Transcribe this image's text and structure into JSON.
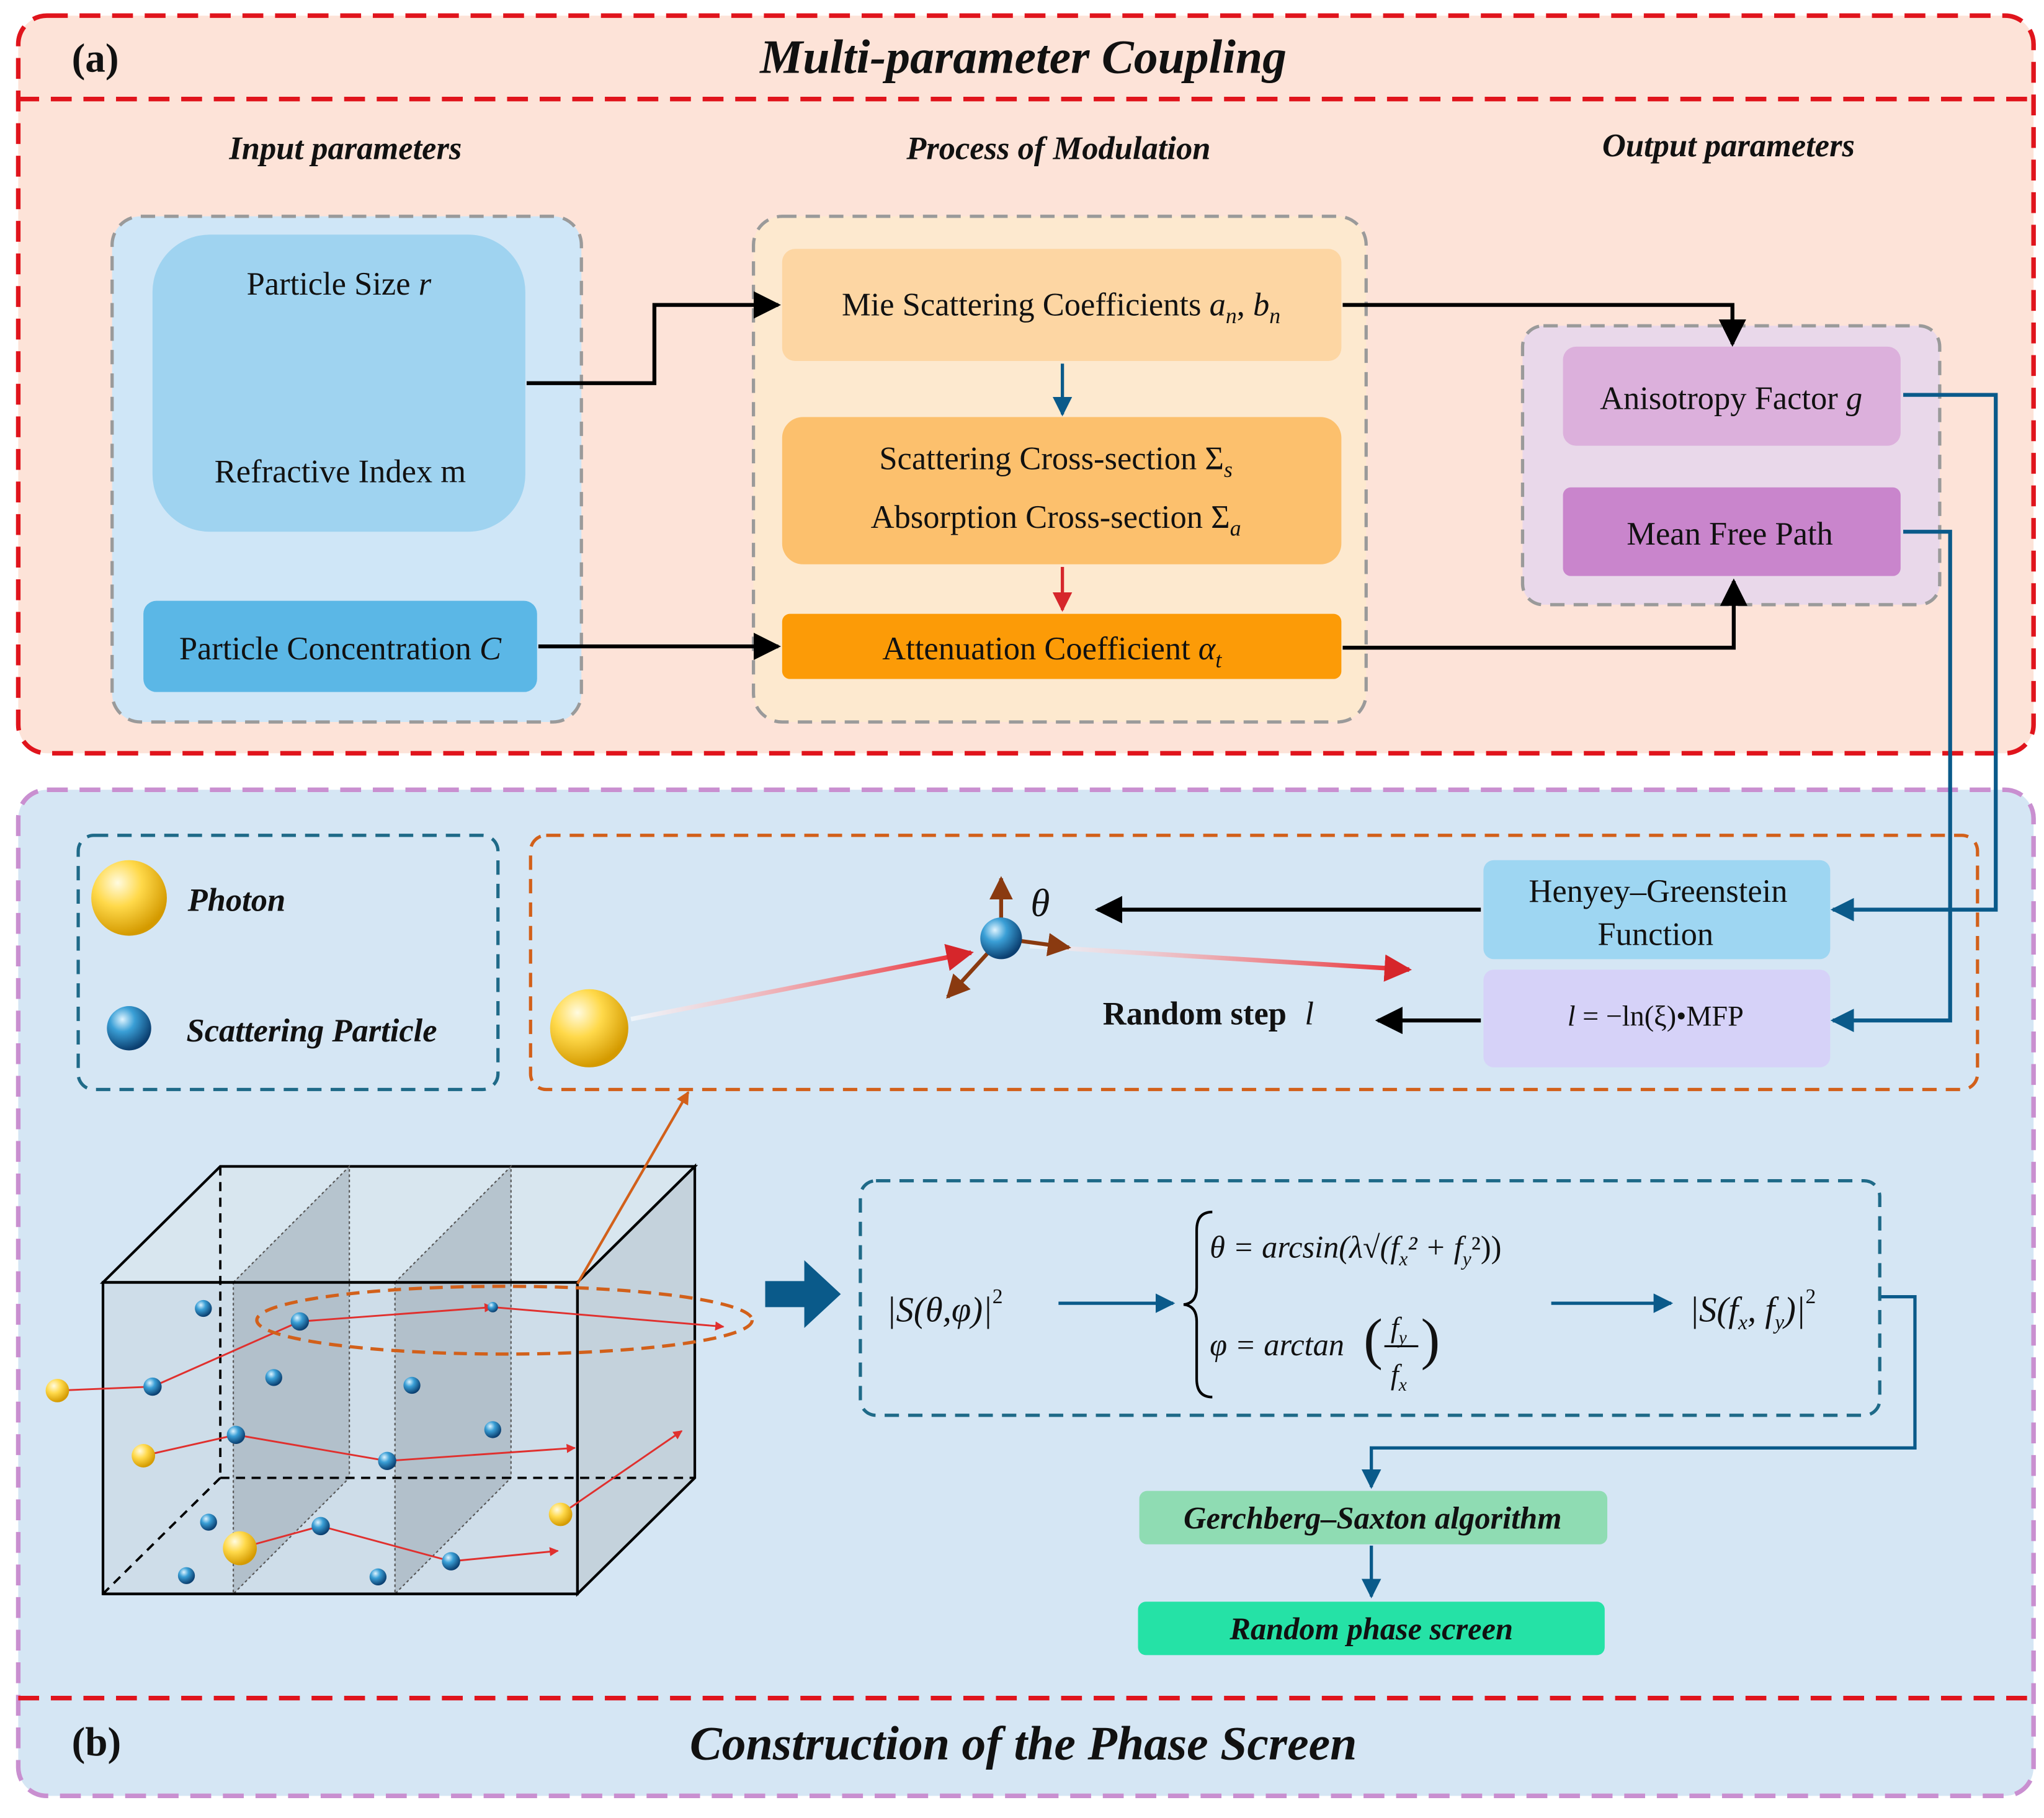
{
  "panel_a": {
    "label": "(a)",
    "title": "Multi-parameter Coupling",
    "col_input": "Input parameters",
    "col_process": "Process of Modulation",
    "col_output": "Output parameters",
    "particle_size": "Particle Size ",
    "particle_size_sym": "r",
    "refractive_index": "Refractive Index m",
    "concentration": "Particle Concentration ",
    "concentration_sym": "C",
    "mie": "Mie Scattering Coefficients ",
    "mie_a": "a",
    "mie_n1": "n",
    "mie_sep": ", ",
    "mie_b": "b",
    "mie_n2": "n",
    "scat_cs": "Scattering Cross-section Σ",
    "scat_sub": "s",
    "abs_cs": "Absorption Cross-section Σ",
    "abs_sub": "a",
    "atten": "Attenuation Coefficient ",
    "atten_sym": "α",
    "atten_sub": "t",
    "aniso": "Anisotropy Factor ",
    "aniso_sym": "g",
    "mfp": "Mean Free Path"
  },
  "panel_b": {
    "label": "(b)",
    "title": "Construction of the Phase Screen",
    "legend_photon": "Photon",
    "legend_particle": "Scattering Particle",
    "theta": "θ",
    "hg_line1": "Henyey–Greenstein",
    "hg_line2": "Function",
    "random_step": "Random step",
    "random_step_sym": "l",
    "formula_l": "l",
    "formula_rest": " = −ln(ξ)•MFP",
    "s_theta_phi": "|S(θ,φ)|",
    "sq": "2",
    "eq_theta": "θ = arcsin(λ√(f",
    "eq_theta_x": "x",
    "eq_theta_mid": "² + f",
    "eq_theta_y": "y",
    "eq_theta_end": "²))",
    "eq_phi": "φ = arctan",
    "frac_num": "f",
    "frac_num_sub": "y",
    "frac_den": "f",
    "frac_den_sub": "x",
    "s_f": "|S(f",
    "s_f_x": "x",
    "s_f_comma": ", f",
    "s_f_y": "y",
    "s_f_end": ")|",
    "gs": "Gerchberg–Saxton algorithm",
    "rps": "Random phase screen"
  },
  "colors": {
    "panel_a_bg": "#fde3d8",
    "panel_a_border": "#e0141c",
    "panel_b_bg": "#d5e6f4",
    "panel_b_border": "#c98fd0",
    "input_group_bg": "#cfe6f7",
    "process_group_bg": "#fde9cf",
    "output_group_bg": "#e9d8ea",
    "particle_box": "#9fd3f0",
    "concentration_box": "#5bb7e6",
    "mie_box": "#fdd6a3",
    "cross_section_box": "#fcc06d",
    "atten_box": "#fc9b07",
    "aniso_box": "#dcb0dc",
    "mfp_box": "#c985cc",
    "hg_box": "#9ed6f2",
    "step_box": "#d6d2f8",
    "gs_box": "#8fdcb3",
    "rps_box": "#25e2a6",
    "arrow_blue": "#0a5a8a",
    "arrow_red": "#d6262b"
  }
}
